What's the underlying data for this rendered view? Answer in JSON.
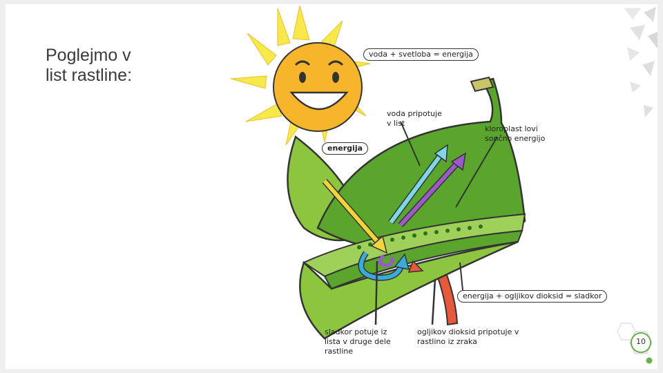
{
  "slide": {
    "title": "Poglejmo v\nlist rastline:",
    "page_number": "10"
  },
  "diagram": {
    "labels": {
      "equation_water_light": "voda + svetloba = energija",
      "water_travels": "voda pripotuje\nv list",
      "chloroplast": "kloroplast lovi\nsončno energijo",
      "energy": "energija",
      "equation_sugar": "energija + ogljikov dioksid = sladkor",
      "sugar_travels": "sladkor potuje iz\nlista v druge dele\nrastline",
      "co2_travels": "ogljikov dioksid pripotuje v\nrastlino iz zraka"
    },
    "colors": {
      "sun": "#f7b52c",
      "sun_rays": "#f9e84a",
      "leaf_dark": "#5aa52c",
      "leaf_light": "#8cc63f",
      "water_arrow": "#7fd6e8",
      "energy_arrow": "#f0d43a",
      "sugar_arrow": "#9b59c9",
      "co2_arrow": "#e8583a",
      "cycle_arrow": "#3aa9dc",
      "accent_green": "#6ab04c"
    }
  }
}
